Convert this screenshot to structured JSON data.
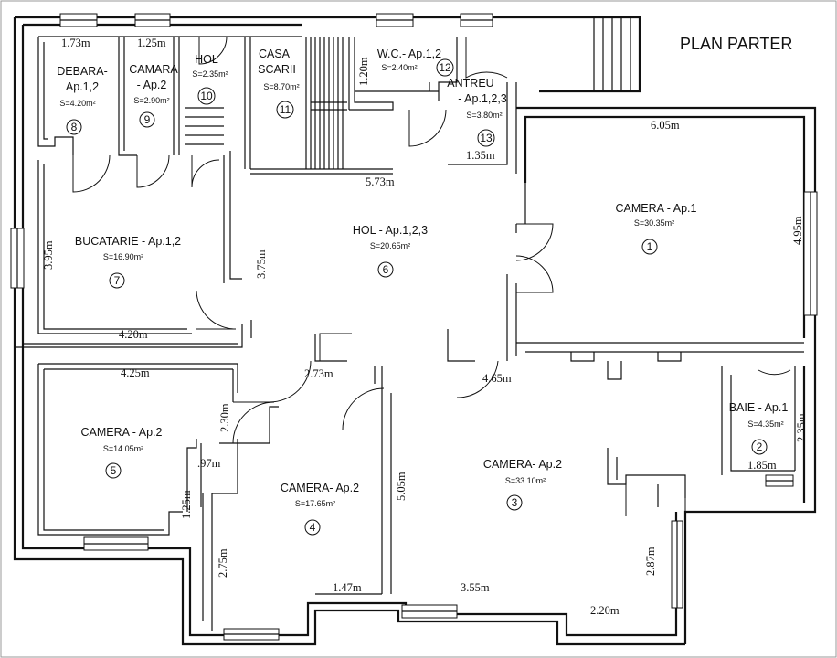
{
  "title": "PLAN PARTER",
  "rooms": [
    {
      "id": "1",
      "name": [
        "CAMERA  - Ap.1"
      ],
      "area": "S=30.35m²"
    },
    {
      "id": "2",
      "name": [
        "BAIE  - Ap.1"
      ],
      "area": "S=4.35m²"
    },
    {
      "id": "3",
      "name": [
        "CAMERA- Ap.2"
      ],
      "area": "S=33.10m²"
    },
    {
      "id": "4",
      "name": [
        "CAMERA- Ap.2"
      ],
      "area": "S=17.65m²"
    },
    {
      "id": "5",
      "name": [
        "CAMERA - Ap.2"
      ],
      "area": "S=14.05m²"
    },
    {
      "id": "6",
      "name": [
        "HOL - Ap.1,2,3"
      ],
      "area": "S=20.65m²"
    },
    {
      "id": "7",
      "name": [
        "BUCATARIE  - Ap.1,2"
      ],
      "area": "S=16.90m²"
    },
    {
      "id": "8",
      "name": [
        "DEBARA-",
        "Ap.1,2"
      ],
      "area": "S=4.20m²"
    },
    {
      "id": "9",
      "name": [
        "CAMARA",
        "- Ap.2"
      ],
      "area": "S=2.90m²"
    },
    {
      "id": "10",
      "name": [
        "HOL"
      ],
      "area": "S=2.35m²"
    },
    {
      "id": "11",
      "name": [
        "CASA",
        "SCARII"
      ],
      "area": "S=8.70m²"
    },
    {
      "id": "12",
      "name": [
        "W.C.- Ap.1,2"
      ],
      "area": "S=2.40m²"
    },
    {
      "id": "13",
      "name": [
        "ANTREU",
        "- Ap.1,2,3"
      ],
      "area": "S=3.80m²"
    }
  ],
  "dimensions": [
    "1.73m",
    "1.25m",
    "1.20m",
    "6.05m",
    "5.73m",
    "1.35m",
    "4.95m",
    "3.95m",
    "3.75m",
    "4.20m",
    "4.25m",
    "2.73m",
    "4.65m",
    "2.30m",
    "2.35m",
    "1.85m",
    ".97m",
    "1.25m",
    "5.05m",
    "2.75m",
    "1.47m",
    "3.55m",
    "2.20m",
    "2.87m"
  ]
}
